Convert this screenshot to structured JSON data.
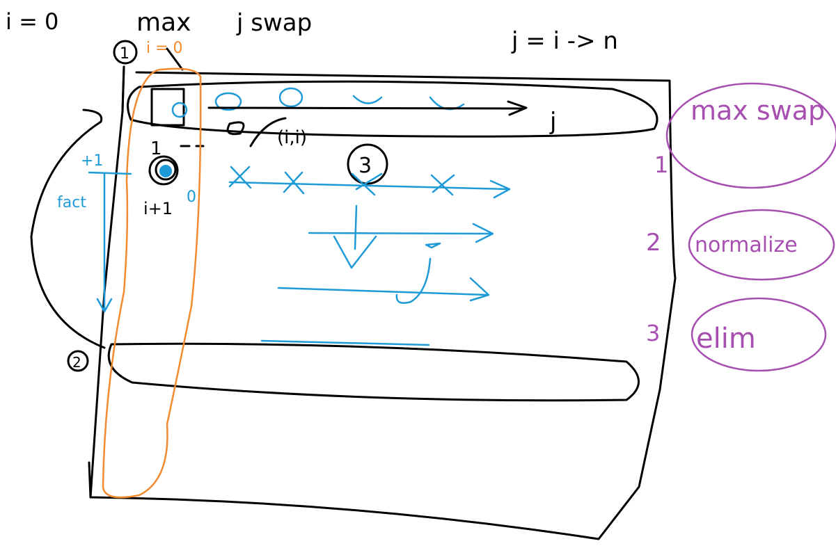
{
  "header": {
    "i_init": "i = 0",
    "max_label": "max",
    "swap_label": "j swap",
    "j_range": "j = i -> n",
    "orange_i": "i = 0"
  },
  "matrix": {
    "step1_marker": "1",
    "step2_marker": "2",
    "step3_marker": "3",
    "cell_ii": "(i,i)",
    "pivot_one": "1",
    "row_below": "i+1",
    "zero_mark": "0",
    "plus_one": "+1",
    "factor_label": "fact",
    "row_j": "j"
  },
  "legend": {
    "items": [
      {
        "num": "1",
        "label": "max swap"
      },
      {
        "num": "2",
        "label": "normalize"
      },
      {
        "num": "3",
        "label": "elim"
      }
    ]
  },
  "colors": {
    "ink": "#000000",
    "ops": "#1e9bd7",
    "legend": "#a64fb0",
    "column": "#f28a30"
  }
}
